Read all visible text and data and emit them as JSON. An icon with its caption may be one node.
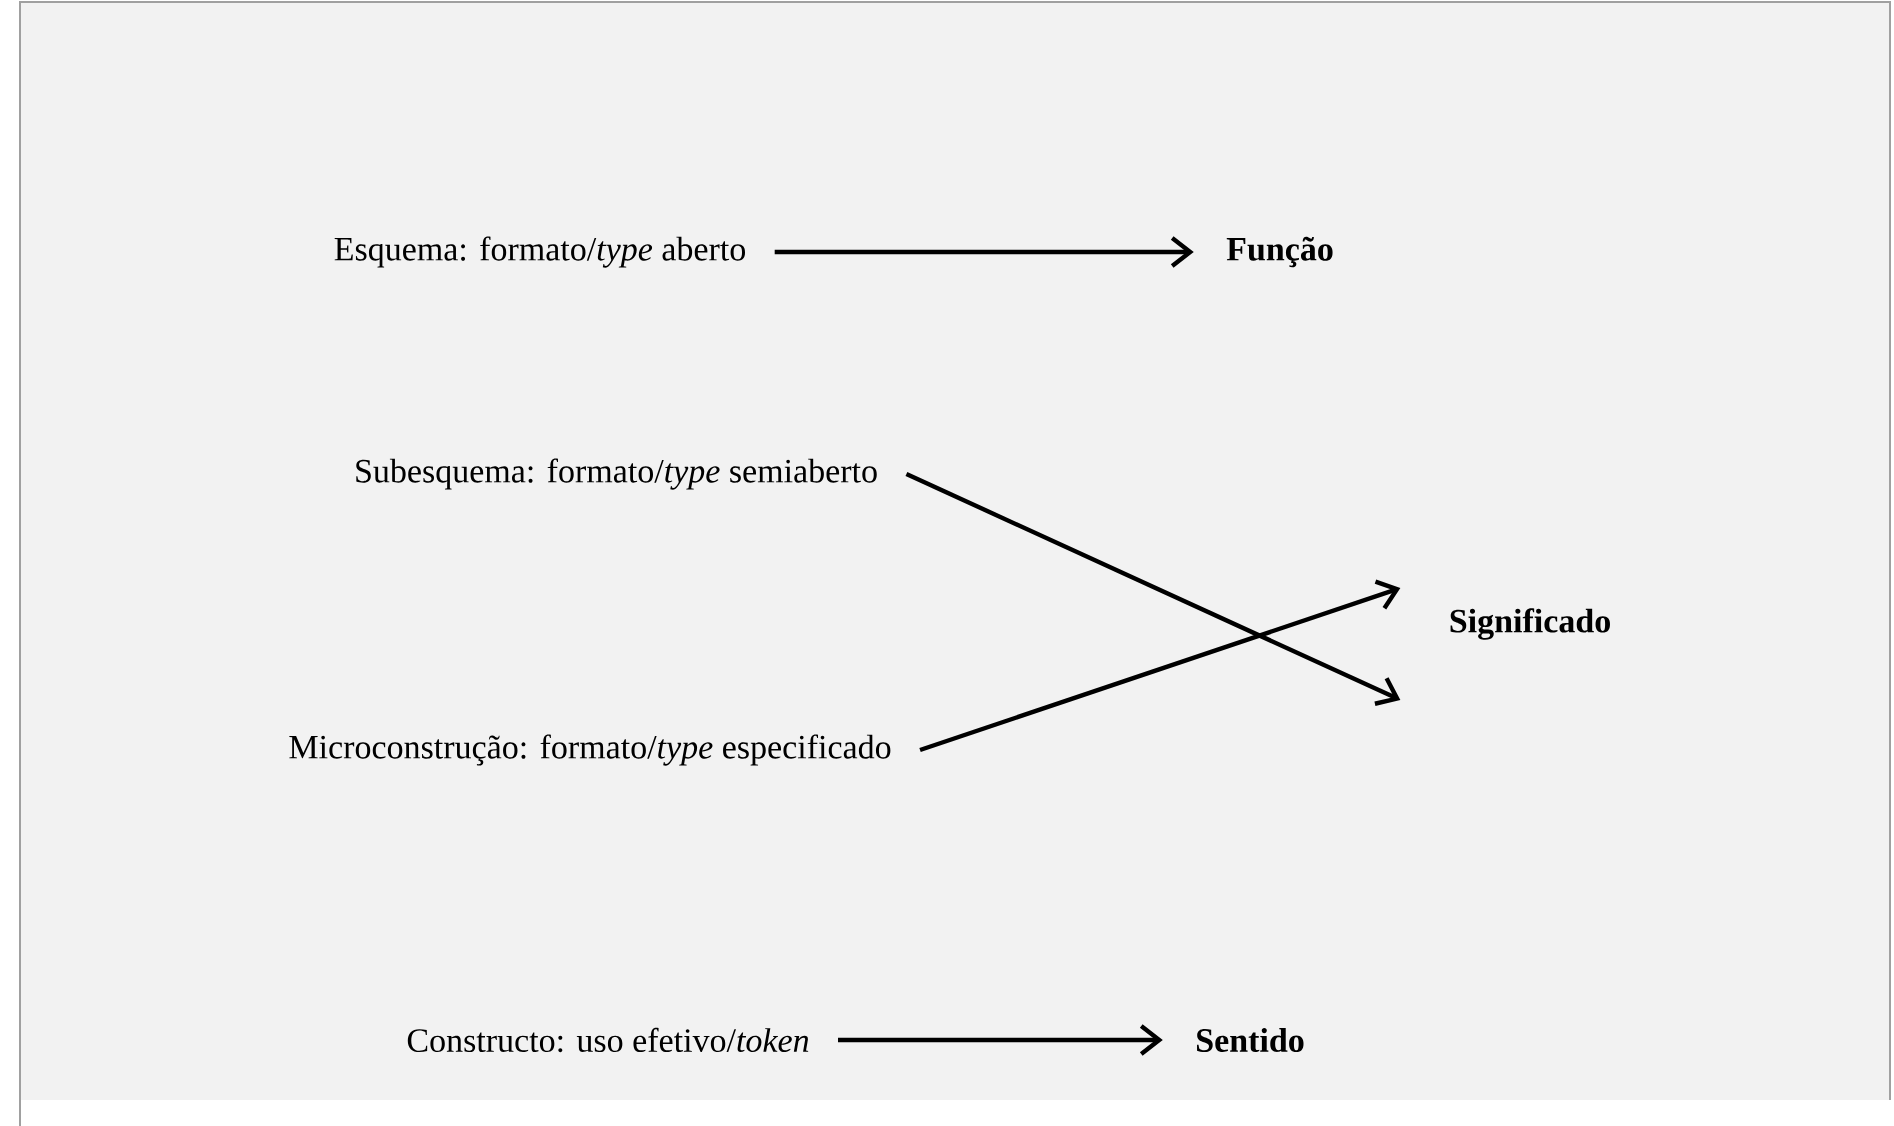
{
  "diagram": {
    "nodes": [
      {
        "text": [
          "Esquema: formato/*type* aberto"
        ]
      },
      {
        "text": [
          "Função"
        ]
      },
      {
        "text": [
          "Subesquema: formato/*type* semiaberto"
        ]
      },
      {
        "text": [
          "Significado"
        ]
      },
      {
        "text": [
          "Microconstrução: formato/*type* especificado"
        ]
      },
      {
        "text": [
          "Constructo: uso efetivo/*token*"
        ]
      },
      {
        "text": [
          "Sentido"
        ]
      }
    ],
    "edges": [
      {
        "from": 0,
        "to": 1,
        "arrow": "to"
      },
      {
        "from": 2,
        "to": 3,
        "arrow": "to"
      },
      {
        "from": 4,
        "to": 3,
        "arrow": "to"
      },
      {
        "from": 5,
        "to": 6,
        "arrow": "to"
      }
    ]
  }
}
